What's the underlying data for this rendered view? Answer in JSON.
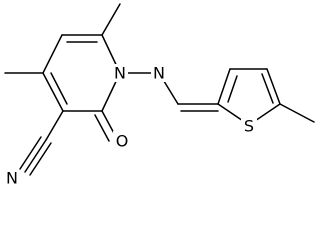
{
  "molecule": {
    "atom_labels": {
      "ring_nitrogen": "N",
      "imine_nitrogen": "N",
      "carbonyl_oxygen": "O",
      "nitrile_nitrogen": "N",
      "thiophene_sulfur": "S"
    },
    "colors": {
      "bond": "#000000",
      "text": "#000000",
      "background": "#ffffff"
    }
  }
}
